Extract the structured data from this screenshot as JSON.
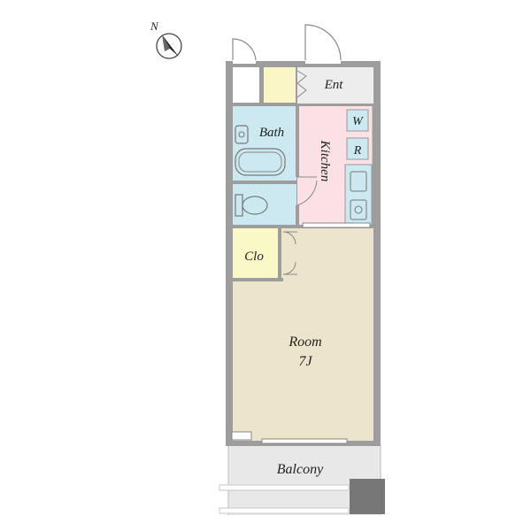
{
  "compass": {
    "label": "N",
    "icon": "north-arrow-icon"
  },
  "rooms": {
    "entrance": "Ent",
    "bath": "Bath",
    "kitchen": "Kitchen",
    "washer": "W",
    "fridge": "R",
    "closet": "Clo",
    "room": "Room",
    "room_size": "7J",
    "balcony": "Balcony"
  },
  "colors": {
    "wall": "#999999",
    "bath": "#cce8f0",
    "kitchen": "#fbe1e6",
    "closet": "#fbf8c8",
    "room": "#ede4cc",
    "balcony": "#e8e8e8",
    "shoebox": "#fbf6c6"
  }
}
